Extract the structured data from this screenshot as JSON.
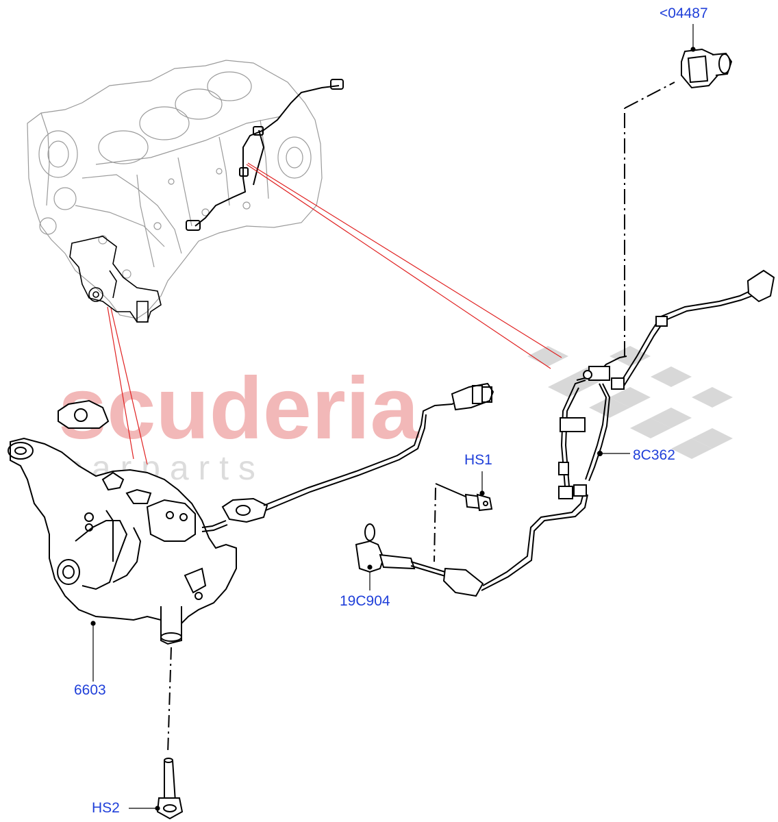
{
  "watermark": {
    "brand": "scuderia",
    "tagline": "c a r   p a r t s",
    "brand_color": "#f2b8b8",
    "tagline_color": "#dcdcdc"
  },
  "colors": {
    "line": "#000000",
    "ghost_line": "#9a9a9a",
    "leader_red": "#e02020",
    "callout_blue": "#1f3fd9"
  },
  "callouts": {
    "p04487": "<04487",
    "hs1": "HS1",
    "p8c362": "8C362",
    "p19c904": "19C904",
    "p6603": "6603",
    "hs2": "HS2"
  }
}
